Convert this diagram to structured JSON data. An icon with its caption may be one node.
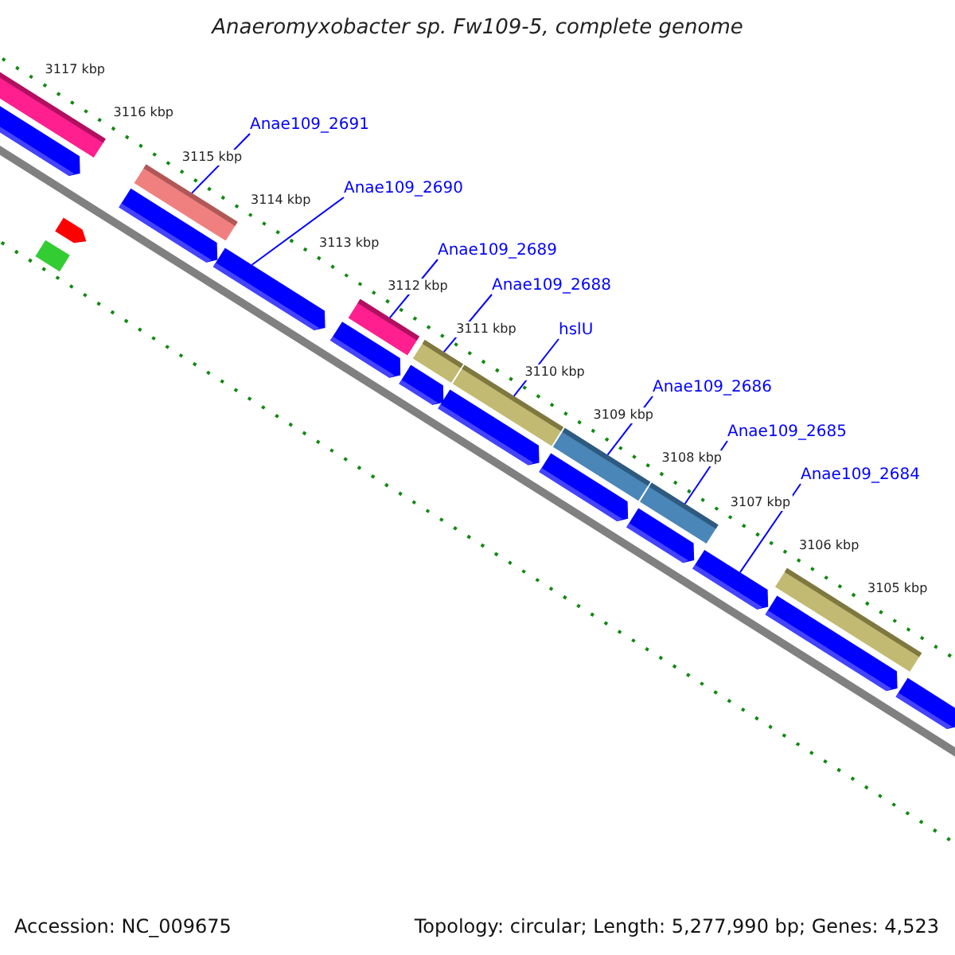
{
  "diagram": {
    "title": "Anaeromyxobacter sp. Fw109-5, complete genome",
    "nodes": [
      {
        "text": [
          "Anae109_2691"
        ]
      },
      {
        "text": [
          "Anae109_2690"
        ]
      },
      {
        "text": [
          "Anae109_2689"
        ]
      },
      {
        "text": [
          "Anae109_2688"
        ]
      },
      {
        "text": [
          "hslU"
        ]
      },
      {
        "text": [
          "Anae109_2686"
        ]
      },
      {
        "text": [
          "Anae109_2685"
        ]
      },
      {
        "text": [
          "Anae109_2684"
        ]
      },
      {
        "text": [],
        "shape": "bar"
      },
      {
        "text": [],
        "shape": "arrow"
      },
      {
        "text": [],
        "shape": "bar"
      },
      {
        "text": [],
        "shape": "bar"
      },
      {
        "text": [],
        "shape": "bar"
      },
      {
        "text": [],
        "shape": "bar"
      },
      {
        "text": [],
        "shape": "bar"
      },
      {
        "text": [],
        "shape": "arrow"
      }
    ],
    "edges": [
      {
        "from": 0,
        "to": 8,
        "arrow": "none"
      },
      {
        "from": 1,
        "to": 9,
        "arrow": "none"
      },
      {
        "from": 2,
        "to": 10,
        "arrow": "none"
      },
      {
        "from": 3,
        "to": 11,
        "arrow": "none"
      },
      {
        "from": 4,
        "to": 12,
        "arrow": "none"
      },
      {
        "from": 5,
        "to": 13,
        "arrow": "none"
      },
      {
        "from": 6,
        "to": 14,
        "arrow": "none"
      },
      {
        "from": 7,
        "to": 15,
        "arrow": "none"
      }
    ],
    "labels": [
      "3117 kbp",
      "3116 kbp",
      "3115 kbp",
      "3114 kbp",
      "3113 kbp",
      "3112 kbp",
      "3111 kbp",
      "3110 kbp",
      "3109 kbp",
      "3108 kbp",
      "3107 kbp",
      "3106 kbp",
      "3105 kbp",
      "Accession: NC_009675",
      "Topology: circular; Length: 5,277,990 bp; Genes: 4,523"
    ]
  }
}
